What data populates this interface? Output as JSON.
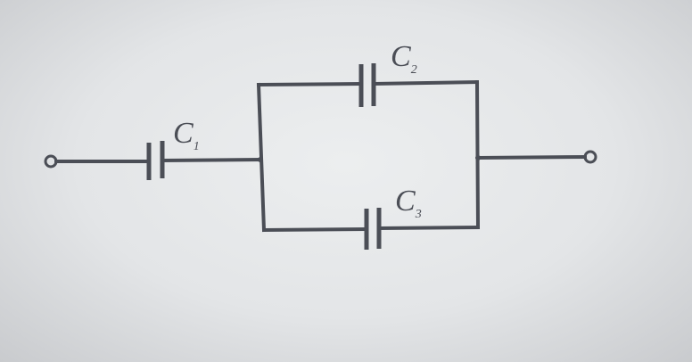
{
  "diagram": {
    "type": "capacitor circuit",
    "capacitors": [
      {
        "letter": "C",
        "subscript": "1",
        "connection": "series"
      },
      {
        "letter": "C",
        "subscript": "2",
        "connection": "parallel-top"
      },
      {
        "letter": "C",
        "subscript": "3",
        "connection": "parallel-bottom"
      }
    ]
  }
}
